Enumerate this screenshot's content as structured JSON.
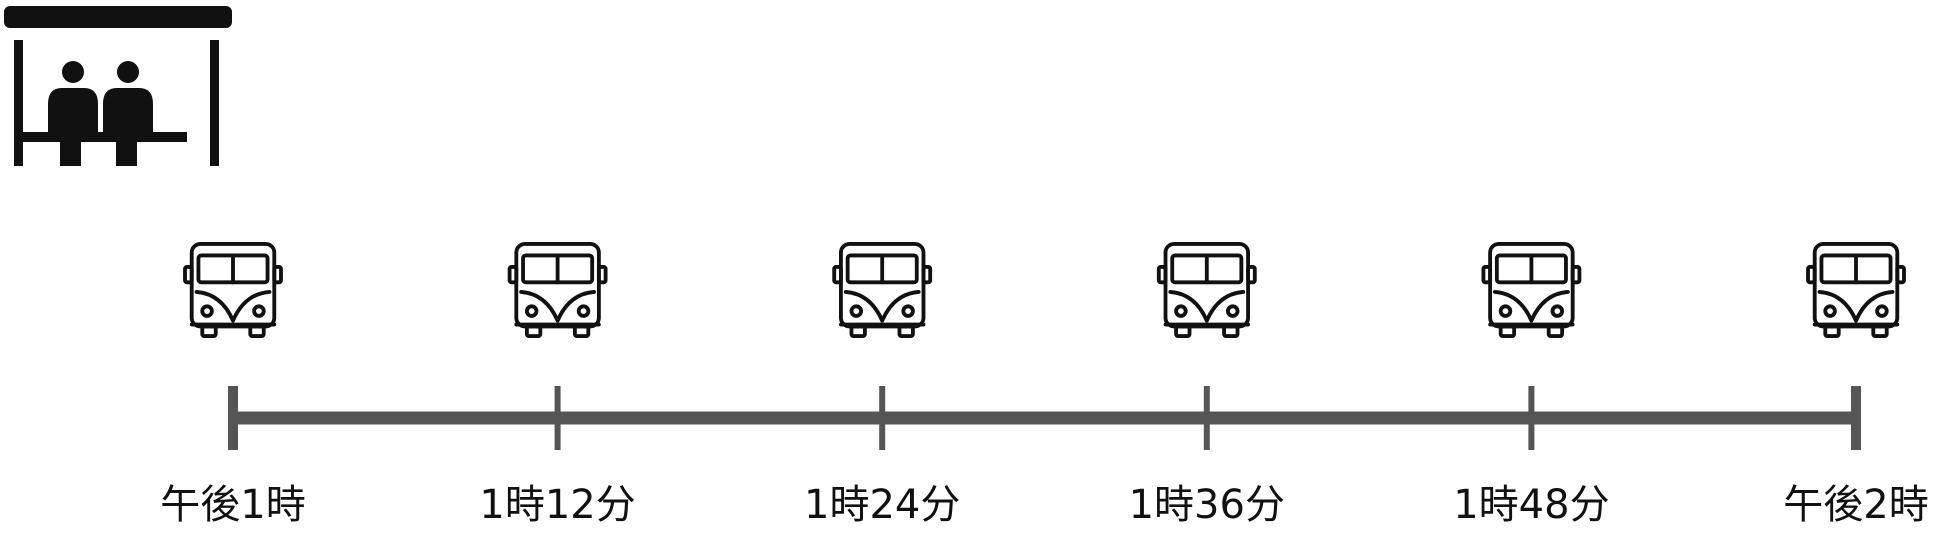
{
  "timeline": {
    "labels": [
      "午後1時",
      "1時12分",
      "1時24分",
      "1時36分",
      "1時48分",
      "午後2時"
    ],
    "colors": {
      "line": "#555555",
      "icon": "#111111"
    },
    "icons": {
      "stop": "bus-stop-shelter-icon",
      "vehicle": "bus-icon"
    }
  }
}
